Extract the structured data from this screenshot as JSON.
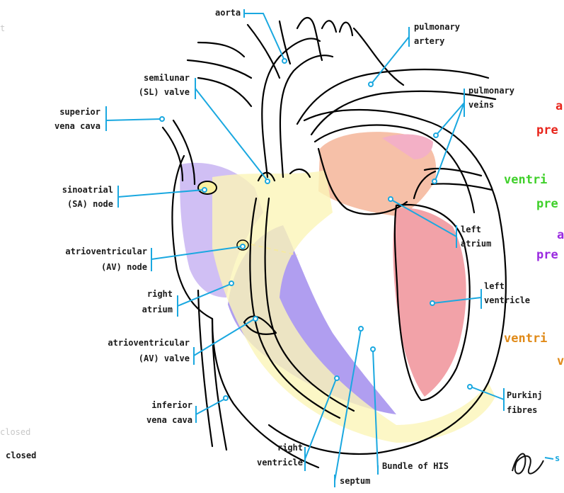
{
  "labels": {
    "aorta": "aorta",
    "pulmonary_artery": [
      "pulmonary",
      "artery"
    ],
    "semilunar_valve": [
      "semilunar",
      "(SL) valve"
    ],
    "superior_vena_cava": [
      "superior",
      "vena cava"
    ],
    "pulmonary_veins": [
      "pulmonary",
      "veins"
    ],
    "sinoatrial_node": [
      "sinoatrial",
      "(SA) node"
    ],
    "atrioventricular_node": [
      "atrioventricular",
      "(AV) node"
    ],
    "left_atrium": [
      "left",
      "atrium"
    ],
    "right_atrium": [
      "right",
      "atrium"
    ],
    "left_ventricle": [
      "left",
      "ventricle"
    ],
    "atrioventricular_valve": [
      "atrioventricular",
      "(AV) valve"
    ],
    "inferior_vena_cava": [
      "inferior",
      "vena cava"
    ],
    "purkinje_fibres": [
      "Purkinj",
      "fibres"
    ],
    "right_ventricle": [
      "right",
      "ventricle"
    ],
    "bundle_of_his": "Bundle of HIS",
    "septum": "septum"
  },
  "cropped_text": {
    "top_left": "t",
    "bottom_left_1": "closed",
    "bottom_left_2": "closed",
    "right_1": "a",
    "right_2": "pre",
    "right_3": "ventri",
    "right_4": "pre",
    "right_5": "a",
    "right_6": "pre",
    "right_7": "ventri",
    "right_8": "v",
    "signature_tail": "s"
  },
  "colors": {
    "leader_line": "#1aa8e0",
    "outline": "#000000",
    "right_side": "#b6a0f0",
    "left_side": "#f0a4a8",
    "conduction": "#fbf5b8",
    "text": "#1a1a1a"
  }
}
